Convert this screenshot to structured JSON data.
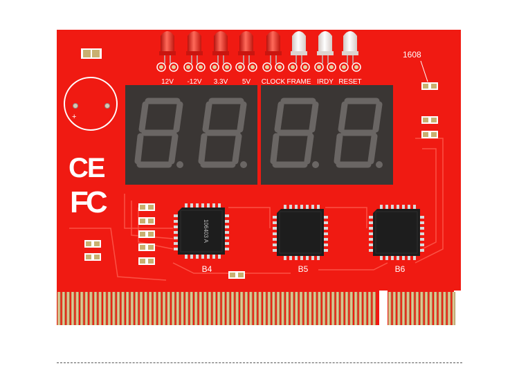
{
  "board": {
    "color": "#f01a12",
    "silk_color": "#ffffff",
    "led_labels": [
      "12V",
      "-12V",
      "3.3V",
      "5V",
      "CLOCK",
      "FRAME",
      "IRDY",
      "RESET"
    ],
    "led_colors": [
      "#e8342c",
      "#e8342c",
      "#e8342c",
      "#e8342c",
      "#e8342c",
      "#f0e8e4",
      "#f0e8e4",
      "#f0e8e4"
    ],
    "display_digits": [
      "8.",
      "8.",
      "8.",
      "8."
    ],
    "corner_label": "1608",
    "chip_labels": [
      "B4",
      "B5",
      "B6"
    ],
    "chip_markings": [
      "106403 A",
      "",
      ""
    ],
    "logo_ce": "CE",
    "logo_fc": "FC",
    "buzzer_mark": "+"
  }
}
